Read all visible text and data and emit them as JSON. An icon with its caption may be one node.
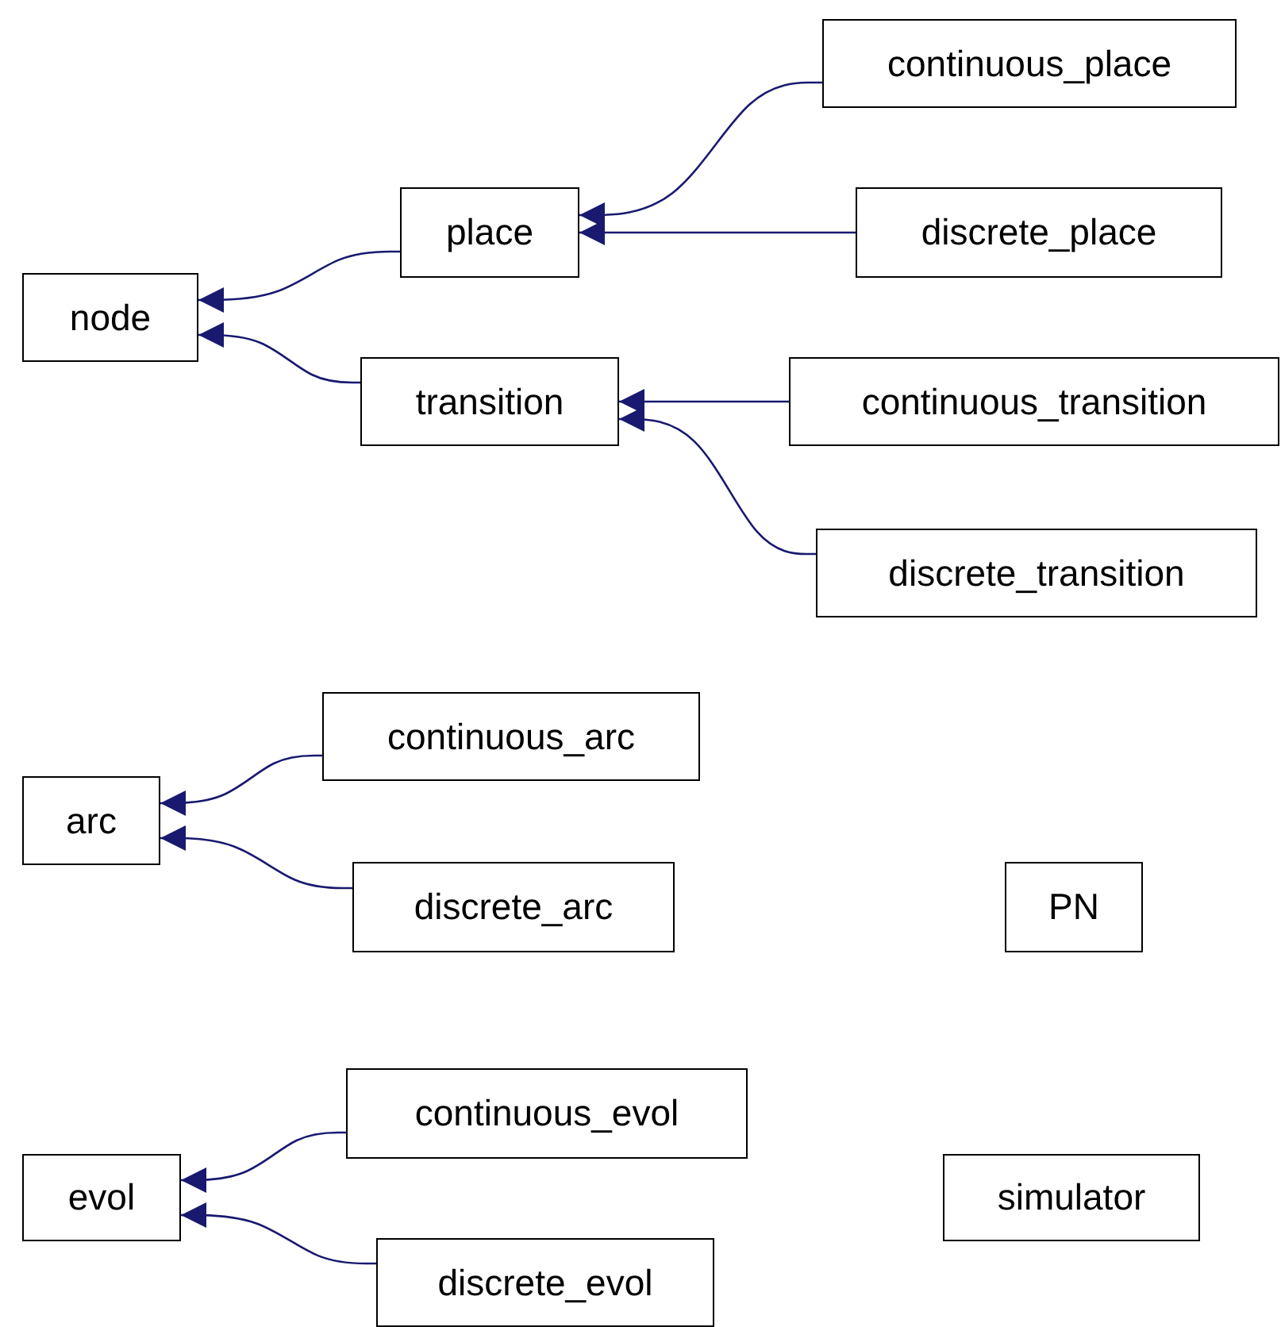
{
  "diagram": {
    "nodes": [
      {
        "text": [
          "node"
        ]
      },
      {
        "text": [
          "place"
        ]
      },
      {
        "text": [
          "transition"
        ]
      },
      {
        "text": [
          "continuous_place"
        ]
      },
      {
        "text": [
          "discrete_place"
        ]
      },
      {
        "text": [
          "continuous_transition"
        ]
      },
      {
        "text": [
          "discrete_transition"
        ]
      },
      {
        "text": [
          "arc"
        ]
      },
      {
        "text": [
          "continuous_arc"
        ]
      },
      {
        "text": [
          "discrete_arc"
        ]
      },
      {
        "text": [
          "PN"
        ]
      },
      {
        "text": [
          "evol"
        ]
      },
      {
        "text": [
          "continuous_evol"
        ]
      },
      {
        "text": [
          "discrete_evol"
        ]
      },
      {
        "text": [
          "simulator"
        ]
      }
    ],
    "edges": [
      {
        "from": 1,
        "to": 0,
        "arrow": "to"
      },
      {
        "from": 2,
        "to": 0,
        "arrow": "to"
      },
      {
        "from": 3,
        "to": 1,
        "arrow": "to"
      },
      {
        "from": 4,
        "to": 1,
        "arrow": "to"
      },
      {
        "from": 5,
        "to": 2,
        "arrow": "to"
      },
      {
        "from": 6,
        "to": 2,
        "arrow": "to"
      },
      {
        "from": 8,
        "to": 7,
        "arrow": "to"
      },
      {
        "from": 9,
        "to": 7,
        "arrow": "to"
      },
      {
        "from": 12,
        "to": 11,
        "arrow": "to"
      },
      {
        "from": 13,
        "to": 11,
        "arrow": "to"
      }
    ]
  }
}
